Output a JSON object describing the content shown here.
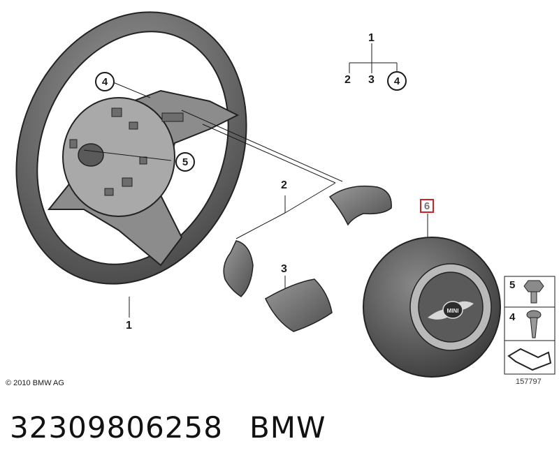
{
  "callouts": {
    "wheel": "1",
    "trim_cover_top": "2",
    "trim_cover_bottom": "3",
    "circled_screw": "4",
    "circled_bolt": "5",
    "airbag": "6"
  },
  "tree": {
    "parent": "1",
    "children": [
      "2",
      "3",
      "4"
    ]
  },
  "legend": {
    "items": [
      "5",
      "4"
    ]
  },
  "copyright": "© 2010 BMW AG",
  "drawing_number": "157797",
  "part_number": "32309806258",
  "brand": "BMW",
  "colors": {
    "highlight_box": "#d0202a",
    "part_fill": "#7a7a7a",
    "line": "#1a1a1a"
  },
  "airbag_badge_text": "MINI"
}
